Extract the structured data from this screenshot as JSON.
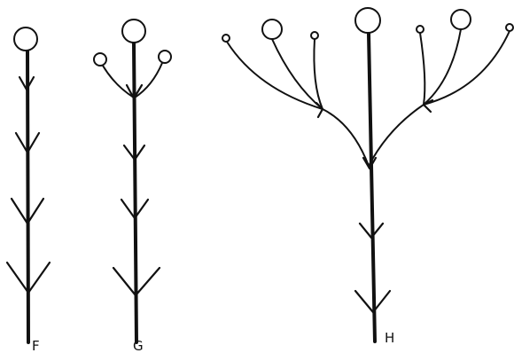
{
  "figures": [
    {
      "label": "F"
    },
    {
      "label": "G"
    },
    {
      "label": "H"
    }
  ]
}
